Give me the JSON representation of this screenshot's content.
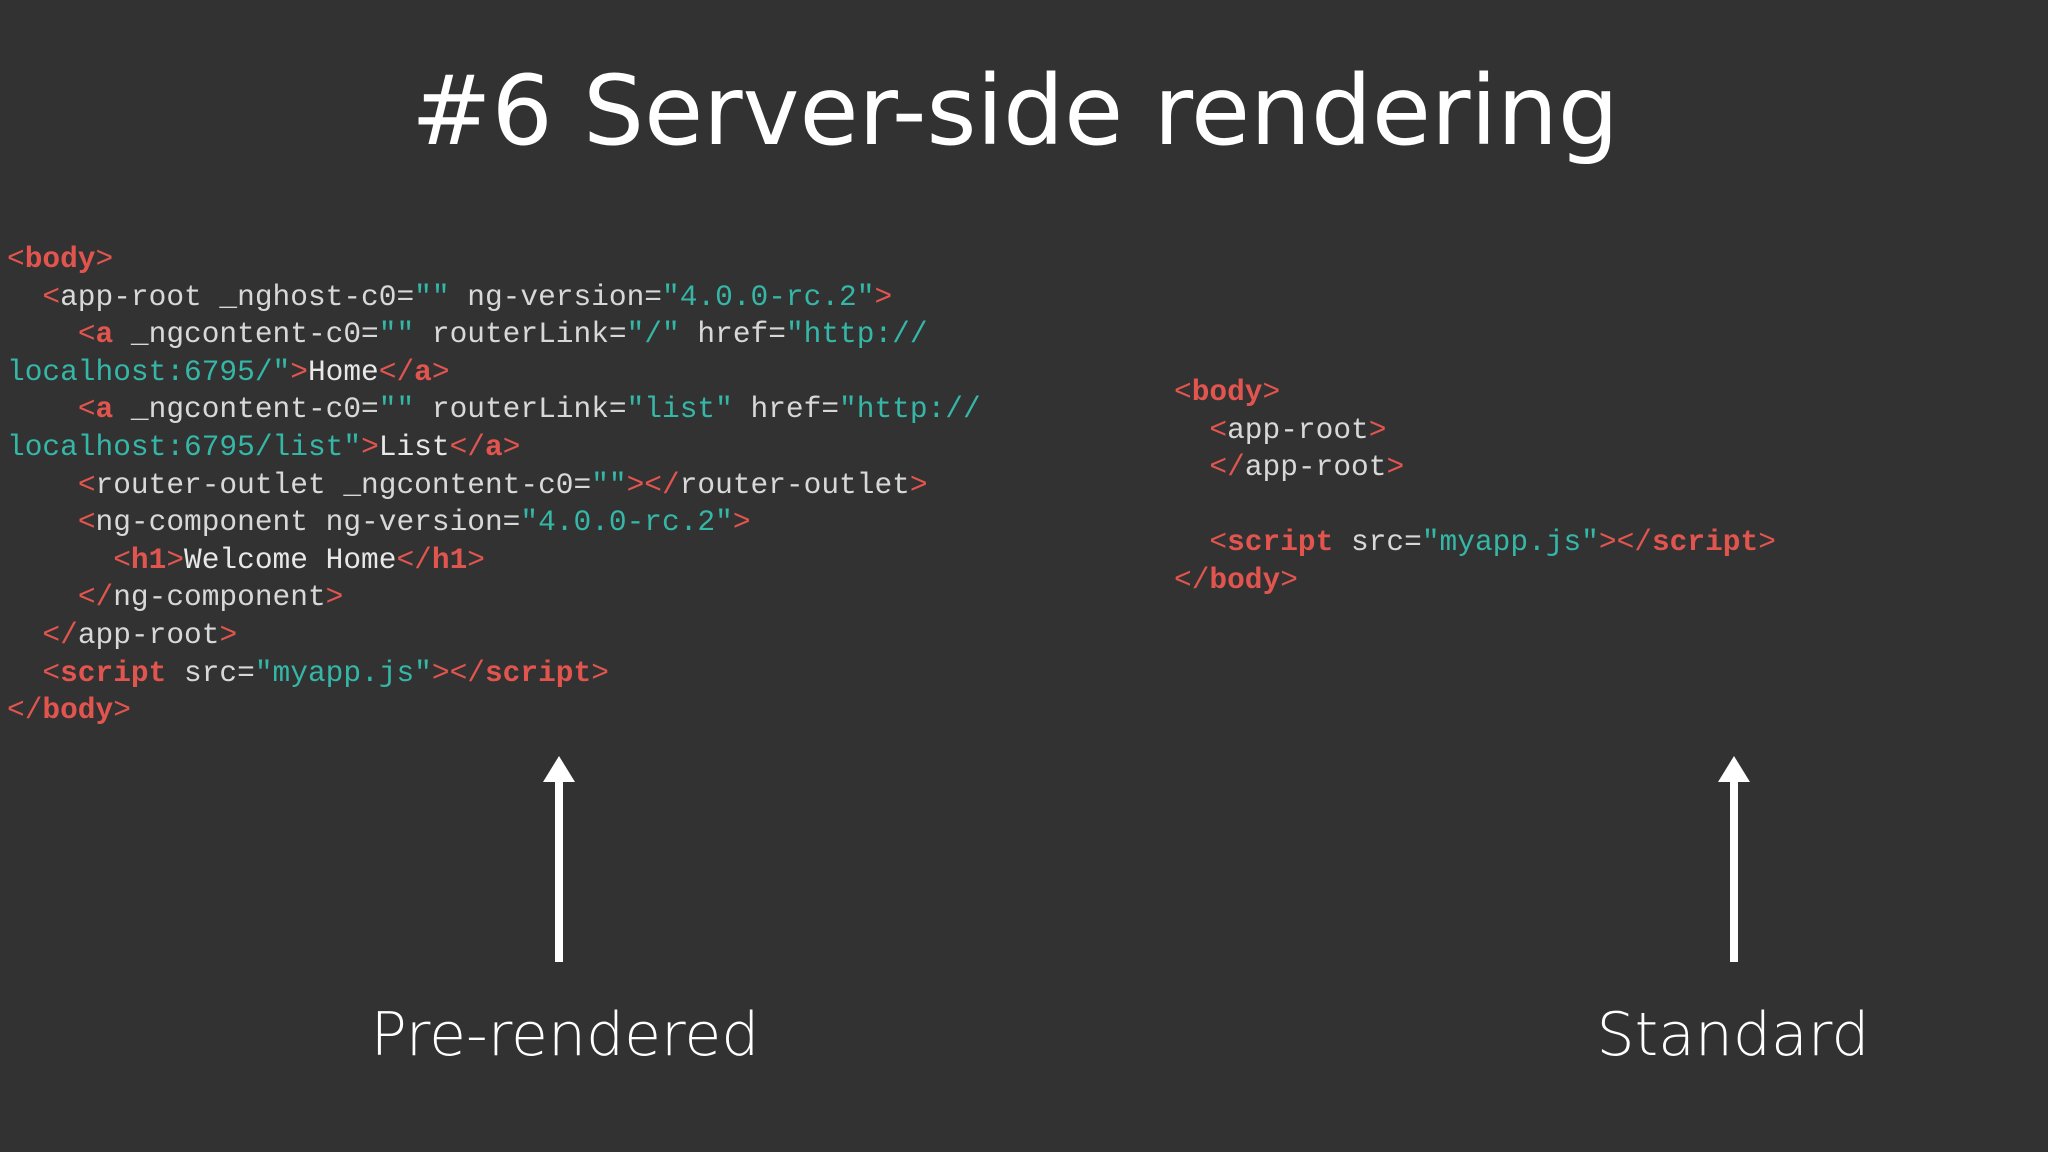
{
  "slide": {
    "title": "#6 Server-side rendering"
  },
  "left_panel": {
    "caption": "Pre-rendered",
    "code_lines": [
      [
        {
          "t": "punct",
          "v": "<"
        },
        {
          "t": "tagb",
          "v": "body"
        },
        {
          "t": "punct",
          "v": ">"
        }
      ],
      [
        {
          "t": "text",
          "v": "  "
        },
        {
          "t": "punct",
          "v": "<"
        },
        {
          "t": "tag",
          "v": "app-root"
        },
        {
          "t": "attr",
          "v": " _nghost-c0="
        },
        {
          "t": "str",
          "v": "\"\""
        },
        {
          "t": "attr",
          "v": " ng-version="
        },
        {
          "t": "str",
          "v": "\"4.0.0-rc.2\""
        },
        {
          "t": "punct",
          "v": ">"
        }
      ],
      [
        {
          "t": "text",
          "v": "    "
        },
        {
          "t": "punct",
          "v": "<"
        },
        {
          "t": "tagb",
          "v": "a"
        },
        {
          "t": "attr",
          "v": " _ngcontent-c0="
        },
        {
          "t": "str",
          "v": "\"\""
        },
        {
          "t": "attr",
          "v": " routerLink="
        },
        {
          "t": "str",
          "v": "\"/\""
        },
        {
          "t": "attr",
          "v": " href="
        },
        {
          "t": "str",
          "v": "\"http://"
        }
      ],
      [
        {
          "t": "str",
          "v": "localhost:6795/\""
        },
        {
          "t": "punct",
          "v": ">"
        },
        {
          "t": "text",
          "v": "Home"
        },
        {
          "t": "punct",
          "v": "</"
        },
        {
          "t": "tagb",
          "v": "a"
        },
        {
          "t": "punct",
          "v": ">"
        }
      ],
      [
        {
          "t": "text",
          "v": "    "
        },
        {
          "t": "punct",
          "v": "<"
        },
        {
          "t": "tagb",
          "v": "a"
        },
        {
          "t": "attr",
          "v": " _ngcontent-c0="
        },
        {
          "t": "str",
          "v": "\"\""
        },
        {
          "t": "attr",
          "v": " routerLink="
        },
        {
          "t": "str",
          "v": "\"list\""
        },
        {
          "t": "attr",
          "v": " href="
        },
        {
          "t": "str",
          "v": "\"http://"
        }
      ],
      [
        {
          "t": "str",
          "v": "localhost:6795/list\""
        },
        {
          "t": "punct",
          "v": ">"
        },
        {
          "t": "text",
          "v": "List"
        },
        {
          "t": "punct",
          "v": "</"
        },
        {
          "t": "tagb",
          "v": "a"
        },
        {
          "t": "punct",
          "v": ">"
        }
      ],
      [
        {
          "t": "text",
          "v": "    "
        },
        {
          "t": "punct",
          "v": "<"
        },
        {
          "t": "tag",
          "v": "router-outlet"
        },
        {
          "t": "attr",
          "v": " _ngcontent-c0="
        },
        {
          "t": "str",
          "v": "\"\""
        },
        {
          "t": "punct",
          "v": "></"
        },
        {
          "t": "tag",
          "v": "router-outlet"
        },
        {
          "t": "punct",
          "v": ">"
        }
      ],
      [
        {
          "t": "text",
          "v": "    "
        },
        {
          "t": "punct",
          "v": "<"
        },
        {
          "t": "tag",
          "v": "ng-component"
        },
        {
          "t": "attr",
          "v": " ng-version="
        },
        {
          "t": "str",
          "v": "\"4.0.0-rc.2\""
        },
        {
          "t": "punct",
          "v": ">"
        }
      ],
      [
        {
          "t": "text",
          "v": "      "
        },
        {
          "t": "punct",
          "v": "<"
        },
        {
          "t": "tagb",
          "v": "h1"
        },
        {
          "t": "punct",
          "v": ">"
        },
        {
          "t": "text",
          "v": "Welcome Home"
        },
        {
          "t": "punct",
          "v": "</"
        },
        {
          "t": "tagb",
          "v": "h1"
        },
        {
          "t": "punct",
          "v": ">"
        }
      ],
      [
        {
          "t": "text",
          "v": "    "
        },
        {
          "t": "punct",
          "v": "</"
        },
        {
          "t": "tag",
          "v": "ng-component"
        },
        {
          "t": "punct",
          "v": ">"
        }
      ],
      [
        {
          "t": "text",
          "v": "  "
        },
        {
          "t": "punct",
          "v": "</"
        },
        {
          "t": "tag",
          "v": "app-root"
        },
        {
          "t": "punct",
          "v": ">"
        }
      ],
      [
        {
          "t": "text",
          "v": "  "
        },
        {
          "t": "punct",
          "v": "<"
        },
        {
          "t": "tagb",
          "v": "script"
        },
        {
          "t": "attr",
          "v": " src="
        },
        {
          "t": "str",
          "v": "\"myapp.js\""
        },
        {
          "t": "punct",
          "v": "></"
        },
        {
          "t": "tagb",
          "v": "script"
        },
        {
          "t": "punct",
          "v": ">"
        }
      ],
      [
        {
          "t": "punct",
          "v": "</"
        },
        {
          "t": "tagb",
          "v": "body"
        },
        {
          "t": "punct",
          "v": ">"
        }
      ]
    ]
  },
  "right_panel": {
    "caption": "Standard",
    "code_lines": [
      [
        {
          "t": "punct",
          "v": "<"
        },
        {
          "t": "tagb",
          "v": "body"
        },
        {
          "t": "punct",
          "v": ">"
        }
      ],
      [
        {
          "t": "text",
          "v": "  "
        },
        {
          "t": "punct",
          "v": "<"
        },
        {
          "t": "tag",
          "v": "app-root"
        },
        {
          "t": "punct",
          "v": ">"
        }
      ],
      [
        {
          "t": "text",
          "v": "  "
        },
        {
          "t": "punct",
          "v": "</"
        },
        {
          "t": "tag",
          "v": "app-root"
        },
        {
          "t": "punct",
          "v": ">"
        }
      ],
      [
        {
          "t": "text",
          "v": ""
        }
      ],
      [
        {
          "t": "text",
          "v": "  "
        },
        {
          "t": "punct",
          "v": "<"
        },
        {
          "t": "tagb",
          "v": "script"
        },
        {
          "t": "attr",
          "v": " src="
        },
        {
          "t": "str",
          "v": "\"myapp.js\""
        },
        {
          "t": "punct",
          "v": "></"
        },
        {
          "t": "tagb",
          "v": "script"
        },
        {
          "t": "punct",
          "v": ">"
        }
      ],
      [
        {
          "t": "punct",
          "v": "</"
        },
        {
          "t": "tagb",
          "v": "body"
        },
        {
          "t": "punct",
          "v": ">"
        }
      ]
    ]
  },
  "colors": {
    "background": "#323232",
    "tag_punctuation": "#e2554f",
    "string": "#35b7a8",
    "plain": "#d8d8d8",
    "title": "#ffffff"
  },
  "icons": {
    "left_arrow": "arrow-up-icon",
    "right_arrow": "arrow-up-icon"
  }
}
